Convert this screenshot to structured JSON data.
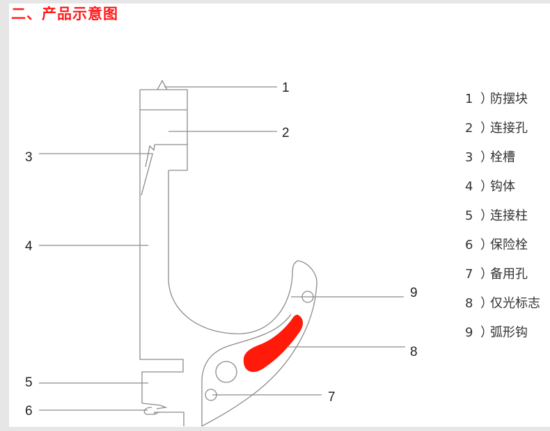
{
  "title": "二、产品示意图",
  "callouts": [
    "1",
    "2",
    "3",
    "4",
    "5",
    "6",
    "7",
    "8",
    "9"
  ],
  "legend": [
    {
      "num": "1",
      "label": "防摆块"
    },
    {
      "num": "2",
      "label": "连接孔"
    },
    {
      "num": "3",
      "label": "栓槽"
    },
    {
      "num": "4",
      "label": "钩体"
    },
    {
      "num": "5",
      "label": "连接柱"
    },
    {
      "num": "6",
      "label": "保险栓"
    },
    {
      "num": "7",
      "label": "备用孔"
    },
    {
      "num": "8",
      "label": "仅光标志"
    },
    {
      "num": "9",
      "label": "弧形钩"
    }
  ],
  "paren": "）",
  "colors": {
    "title": "#ff1a1a",
    "marker": "#ff1a0a",
    "outline": "#888888"
  }
}
